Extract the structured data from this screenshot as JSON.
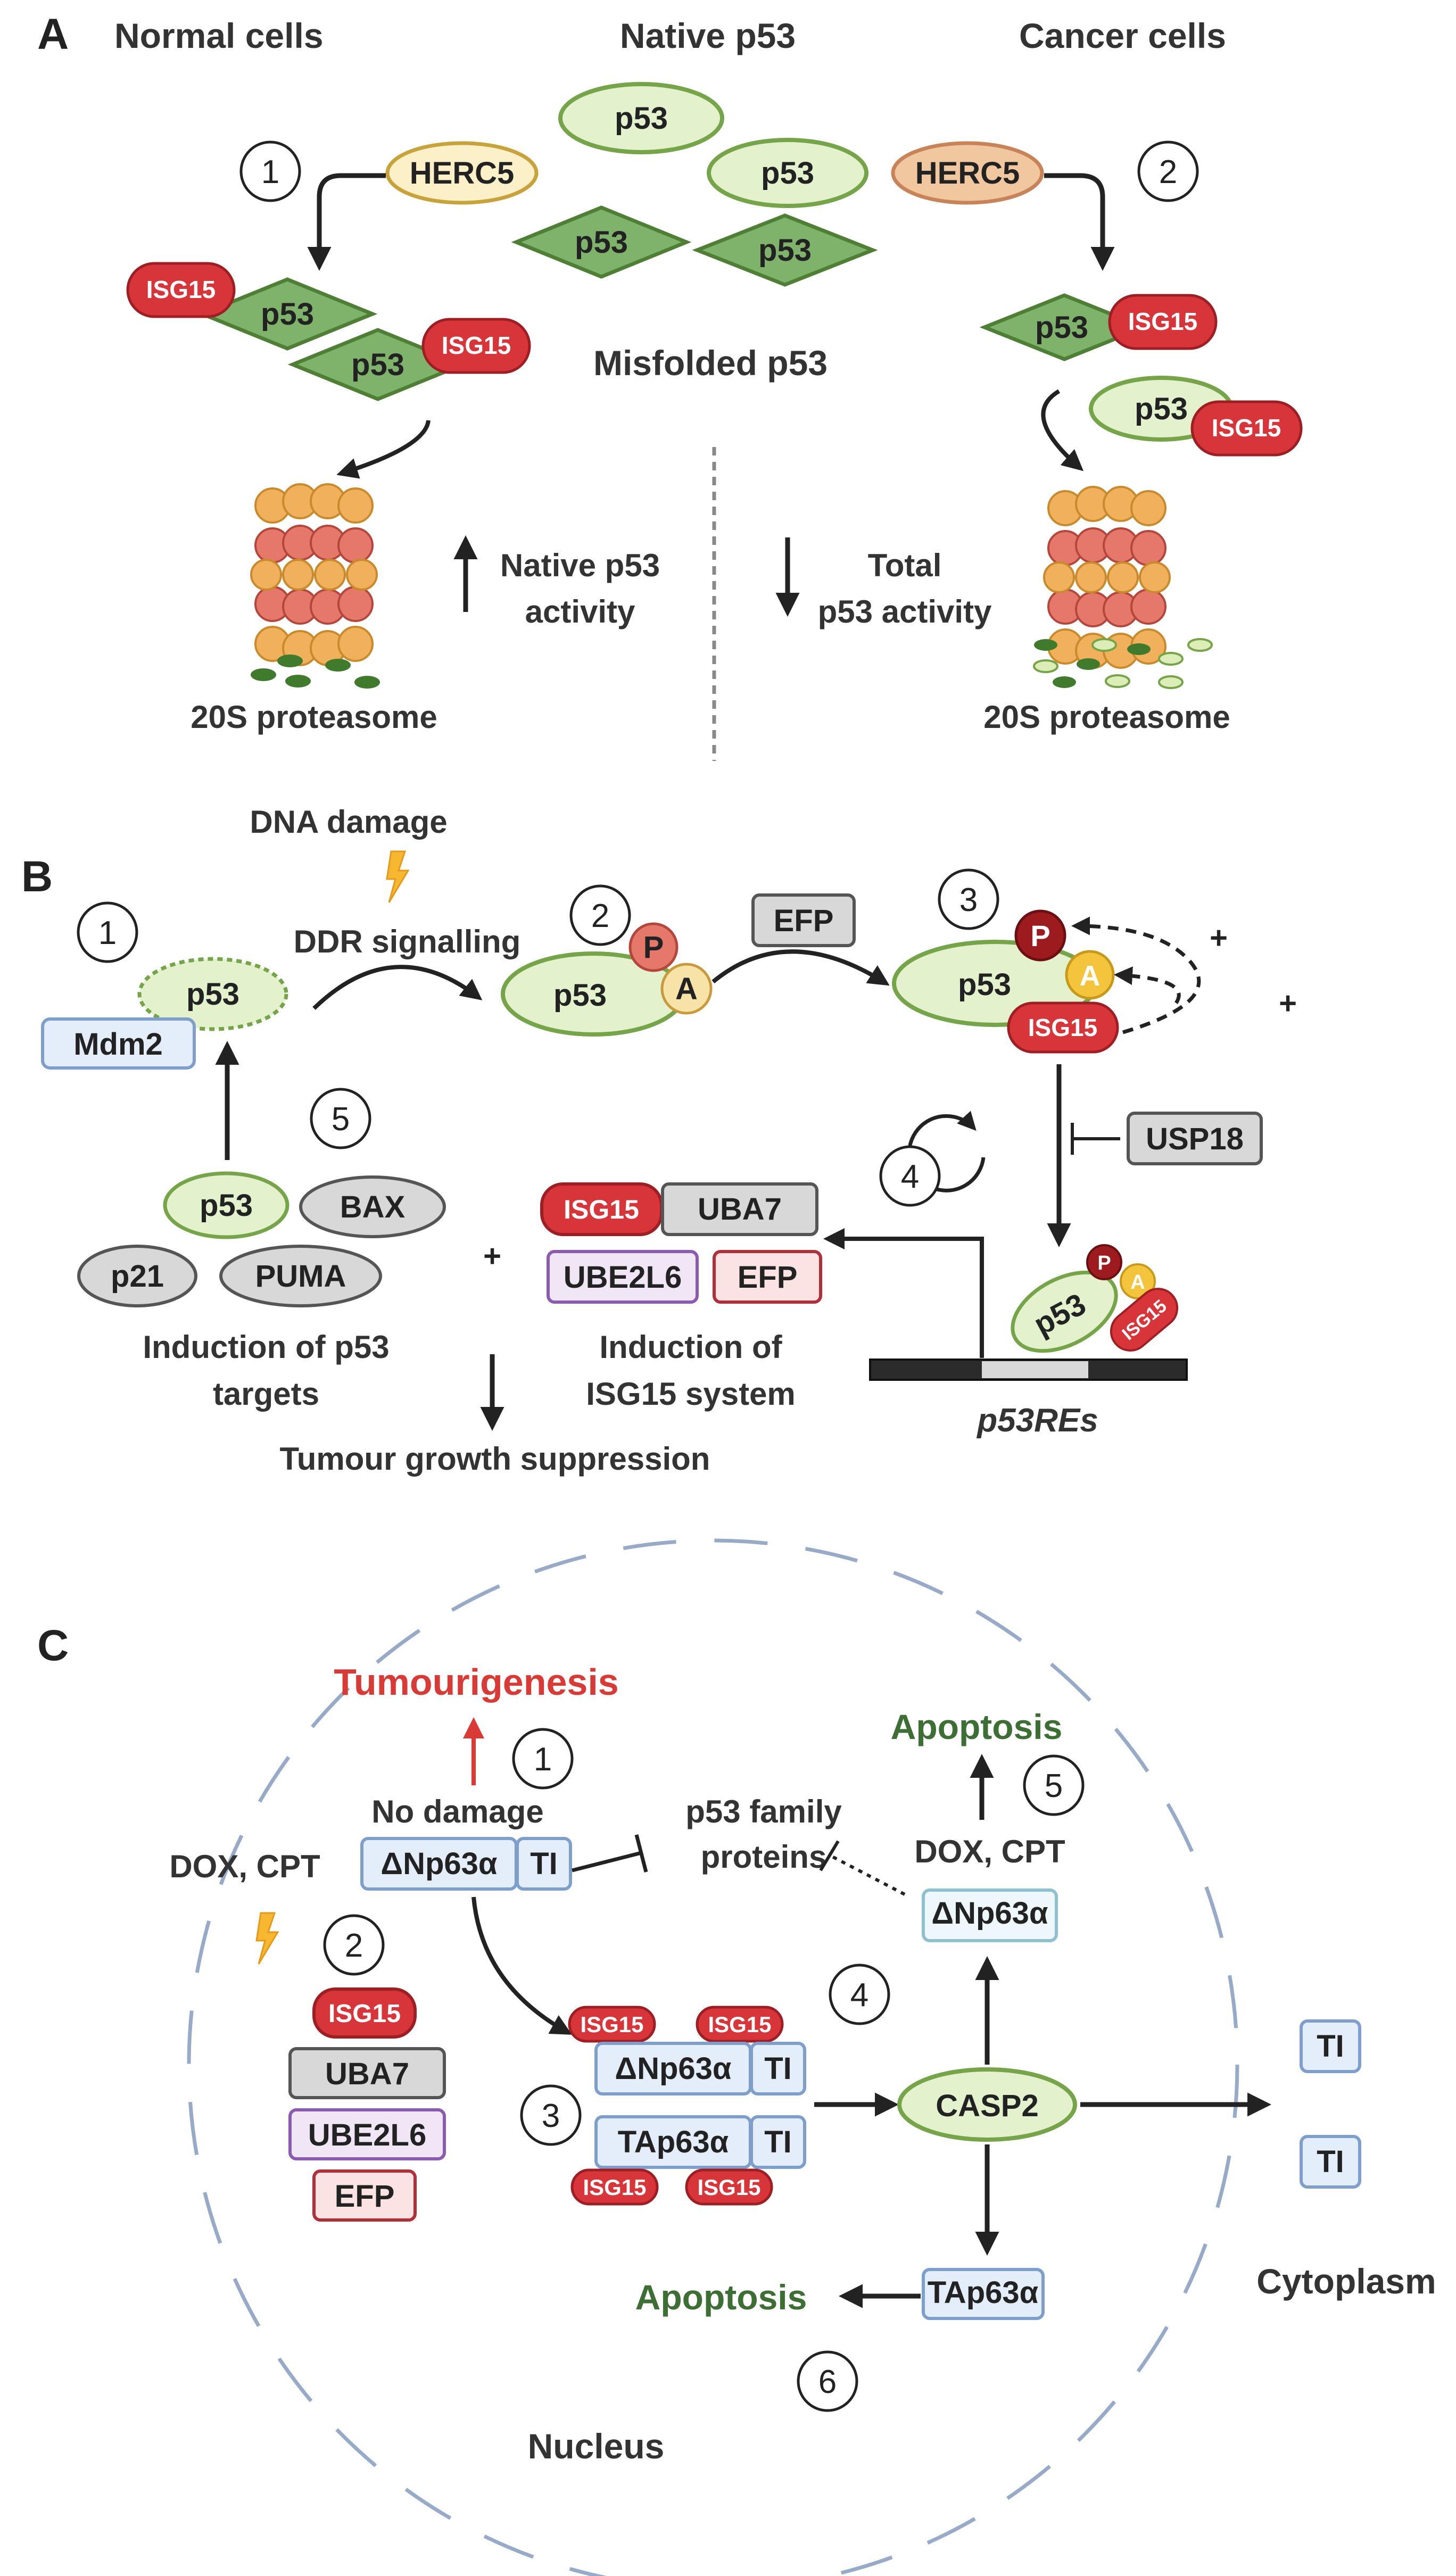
{
  "panels": {
    "a": "A",
    "b": "B",
    "c": "C"
  },
  "panelA": {
    "normal_cells": "Normal cells",
    "native_p53": "Native p53",
    "cancer_cells": "Cancer cells",
    "p53": "p53",
    "herc5": "HERC5",
    "isg15": "ISG15",
    "misfolded_p53": "Misfolded p53",
    "native_activity_line1": "Native p53",
    "native_activity_line2": "activity",
    "total_activity_line1": "Total",
    "total_activity_line2": "p53 activity",
    "proteasome": "20S proteasome",
    "step1": "1",
    "step2": "2"
  },
  "panelB": {
    "dna_damage": "DNA damage",
    "ddr_signalling": "DDR signalling",
    "mdm2": "Mdm2",
    "p53": "p53",
    "p_mark": "P",
    "a_mark": "A",
    "efp": "EFP",
    "isg15": "ISG15",
    "usp18": "USP18",
    "plus": "+",
    "bax": "BAX",
    "p21": "p21",
    "puma": "PUMA",
    "uba7": "UBA7",
    "ube2l6": "UBE2L6",
    "induction_targets_line1": "Induction of p53",
    "induction_targets_line2": "targets",
    "induction_isg15_line1": "Induction of",
    "induction_isg15_line2": "ISG15 system",
    "p53res": "p53REs",
    "tumour_suppression": "Tumour growth suppression",
    "step1": "1",
    "step2": "2",
    "step3": "3",
    "step4": "4",
    "step5": "5"
  },
  "panelC": {
    "tumourigenesis": "Tumourigenesis",
    "no_damage": "No damage",
    "dnp63a": "ΔNp63α",
    "tap63a": "TAp63α",
    "ti": "TI",
    "p53_family_line1": "p53 family",
    "p53_family_line2": "proteins",
    "dox_cpt": "DOX, CPT",
    "apoptosis": "Apoptosis",
    "isg15": "ISG15",
    "uba7": "UBA7",
    "ube2l6": "UBE2L6",
    "efp": "EFP",
    "casp2": "CASP2",
    "cytoplasm": "Cytoplasm",
    "nucleus": "Nucleus",
    "step1": "1",
    "step2": "2",
    "step3": "3",
    "step4": "4",
    "step5": "5",
    "step6": "6"
  },
  "colors": {
    "p53_fill": "#e3f1cd",
    "p53_stroke": "#76a449",
    "misfolded_fill": "#7fb26a",
    "isg15_red": "#d8353a",
    "herc5_normal": "#fbf0c8",
    "herc5_cancer": "#f1c7a0",
    "proteasome_orange": "#f0b05c",
    "proteasome_red": "#e5776b",
    "blue_box": "#e4eefa",
    "blue_stroke": "#7e9ecc",
    "gray_box": "#d8d8d8",
    "purple_stroke": "#8a5bb0",
    "pink_fill": "#fbe3e4",
    "red_text": "#d93a36",
    "green_text": "#3d6e34"
  }
}
